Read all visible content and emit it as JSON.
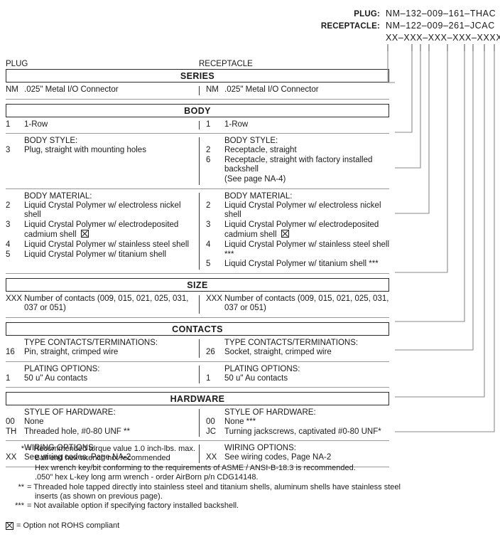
{
  "header": {
    "plug_label": "PLUG:",
    "plug_value": "NM–132–009–161–THAC",
    "receptacle_label": "RECEPTACLE:",
    "receptacle_value": "NM–122–009–261–JCAC",
    "mask": "XX–XXX–XXX–XXX–XXXX"
  },
  "columns": {
    "left": "PLUG",
    "right": "RECEPTACLE"
  },
  "sections": [
    {
      "band": "SERIES",
      "groups": [
        {
          "left": {
            "subhead": "",
            "options": [
              {
                "code": "NM",
                "text": ".025\" Metal I/O Connector"
              }
            ]
          },
          "right": {
            "subhead": "",
            "options": [
              {
                "code": "NM",
                "text": ".025\" Metal I/O Connector"
              }
            ]
          }
        }
      ]
    },
    {
      "band": "BODY",
      "groups": [
        {
          "left": {
            "subhead": "",
            "options": [
              {
                "code": "1",
                "text": "1-Row"
              }
            ]
          },
          "right": {
            "subhead": "",
            "options": [
              {
                "code": "1",
                "text": "1-Row"
              }
            ]
          }
        },
        {
          "left": {
            "subhead": "BODY STYLE:",
            "options": [
              {
                "code": "3",
                "text": "Plug, straight with mounting holes"
              }
            ]
          },
          "right": {
            "subhead": "BODY STYLE:",
            "options": [
              {
                "code": "2",
                "text": "Receptacle, straight"
              },
              {
                "code": "6",
                "text": "Receptacle, straight with factory installed backshell",
                "cont": "(See page NA-4)"
              }
            ]
          }
        },
        {
          "left": {
            "subhead": "BODY MATERIAL:",
            "options": [
              {
                "code": "2",
                "text": "Liquid Crystal Polymer w/ electroless nickel shell"
              },
              {
                "code": "3",
                "text": "Liquid Crystal Polymer w/ electrodeposited",
                "cont": "cadmium shell",
                "cont_box": true
              },
              {
                "code": "4",
                "text": "Liquid Crystal Polymer w/ stainless steel shell"
              },
              {
                "code": "5",
                "text": "Liquid Crystal Polymer w/ titanium shell"
              }
            ]
          },
          "right": {
            "subhead": "BODY MATERIAL:",
            "options": [
              {
                "code": "2",
                "text": "Liquid Crystal Polymer w/ electroless nickel shell"
              },
              {
                "code": "3",
                "text": "Liquid Crystal Polymer w/ electrodeposited",
                "cont": "cadmium shell",
                "cont_box": true
              },
              {
                "code": "4",
                "text": "Liquid Crystal Polymer w/ stainless steel shell ***"
              },
              {
                "code": "5",
                "text": "Liquid Crystal Polymer w/ titanium shell ***"
              }
            ]
          }
        }
      ]
    },
    {
      "band": "SIZE",
      "groups": [
        {
          "left": {
            "subhead": "",
            "options": [
              {
                "code": "XXX",
                "text": "Number of contacts (009, 015, 021, 025, 031,",
                "cont": "037 or 051)"
              }
            ]
          },
          "right": {
            "subhead": "",
            "options": [
              {
                "code": "XXX",
                "text": "Number of contacts (009, 015, 021, 025, 031,",
                "cont": "037 or 051)"
              }
            ]
          }
        }
      ]
    },
    {
      "band": "CONTACTS",
      "groups": [
        {
          "left": {
            "subhead": "TYPE CONTACTS/TERMINATIONS:",
            "options": [
              {
                "code": "16",
                "text": "Pin, straight, crimped wire"
              }
            ]
          },
          "right": {
            "subhead": "TYPE CONTACTS/TERMINATIONS:",
            "options": [
              {
                "code": "26",
                "text": "Socket, straight, crimped wire"
              }
            ]
          }
        },
        {
          "left": {
            "subhead": "PLATING OPTIONS:",
            "options": [
              {
                "code": "1",
                "text": "50 u\" Au contacts"
              }
            ]
          },
          "right": {
            "subhead": "PLATING OPTIONS:",
            "options": [
              {
                "code": "1",
                "text": "50 u\" Au contacts"
              }
            ]
          }
        }
      ]
    },
    {
      "band": "HARDWARE",
      "groups": [
        {
          "left": {
            "subhead": "STYLE OF HARDWARE:",
            "options": [
              {
                "code": "00",
                "text": "None"
              },
              {
                "code": "TH",
                "text": "Threaded hole, #0-80 UNF  **"
              }
            ]
          },
          "right": {
            "subhead": "STYLE OF HARDWARE:",
            "options": [
              {
                "code": "00",
                "text": "None  ***"
              },
              {
                "code": "JC",
                "text": "Turning jackscrews, captivated #0-80 UNF*"
              }
            ]
          }
        },
        {
          "left": {
            "subhead": "WIRING OPTIONS:",
            "options": [
              {
                "code": "XX",
                "text": "See wiring codes, Page NA-2"
              }
            ]
          },
          "right": {
            "subhead": "WIRING OPTIONS:",
            "options": [
              {
                "code": "XX",
                "text": "See wiring codes, Page NA-2"
              }
            ]
          }
        }
      ]
    }
  ],
  "footnotes": [
    {
      "marker": "*",
      "lines": [
        "= Recommended torque value 1.0 inch-lbs. max.",
        "Ball end hex wrench not recommended",
        "Hex wrench key/bit conforming to the requirements of ASME / ANSI-B-18.3 is recommended.",
        ".050\" hex L-key long arm wrench - order AirBorn p/n CDG14148."
      ]
    },
    {
      "marker": "**",
      "lines": [
        "= Threaded hole tapped directly into stainless steel and titanium shells, aluminum shells have stainless steel",
        "inserts (as shown on previous page)."
      ]
    },
    {
      "marker": "***",
      "lines": [
        "= Not available option if specifying factory installed backshell."
      ]
    }
  ],
  "rohs_note": "= Option not ROHS compliant"
}
